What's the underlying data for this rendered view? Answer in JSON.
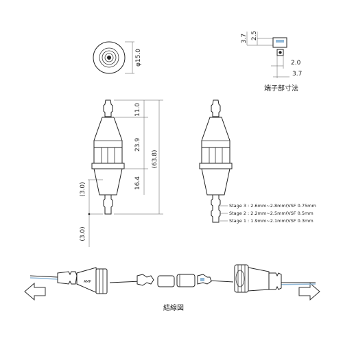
{
  "dimensions": {
    "front_diameter": "φ15.0",
    "top_len": "11.0",
    "mid_len": "23.9",
    "bottom_len": "16.4",
    "total_len": "(63.8)",
    "side_upper": "(3.0)",
    "side_lower": "(3.0)"
  },
  "terminal": {
    "d1": "3.7",
    "d2": "2.5",
    "d3": "2.0",
    "d4": "3.7",
    "caption": "端子部寸法"
  },
  "stages": [
    "Stage 3 : 2.6mm~2.8mm(VSF 0.75mm",
    "Stage 2 : 2.2mm~2.5mm(VSF 0.5mm",
    "Stage 1 : 1.9mm~2.1mm(VSF 0.3mm"
  ],
  "wiring_caption": "結線図",
  "colors": {
    "line": "#222222",
    "accent": "#8fb8d8"
  }
}
